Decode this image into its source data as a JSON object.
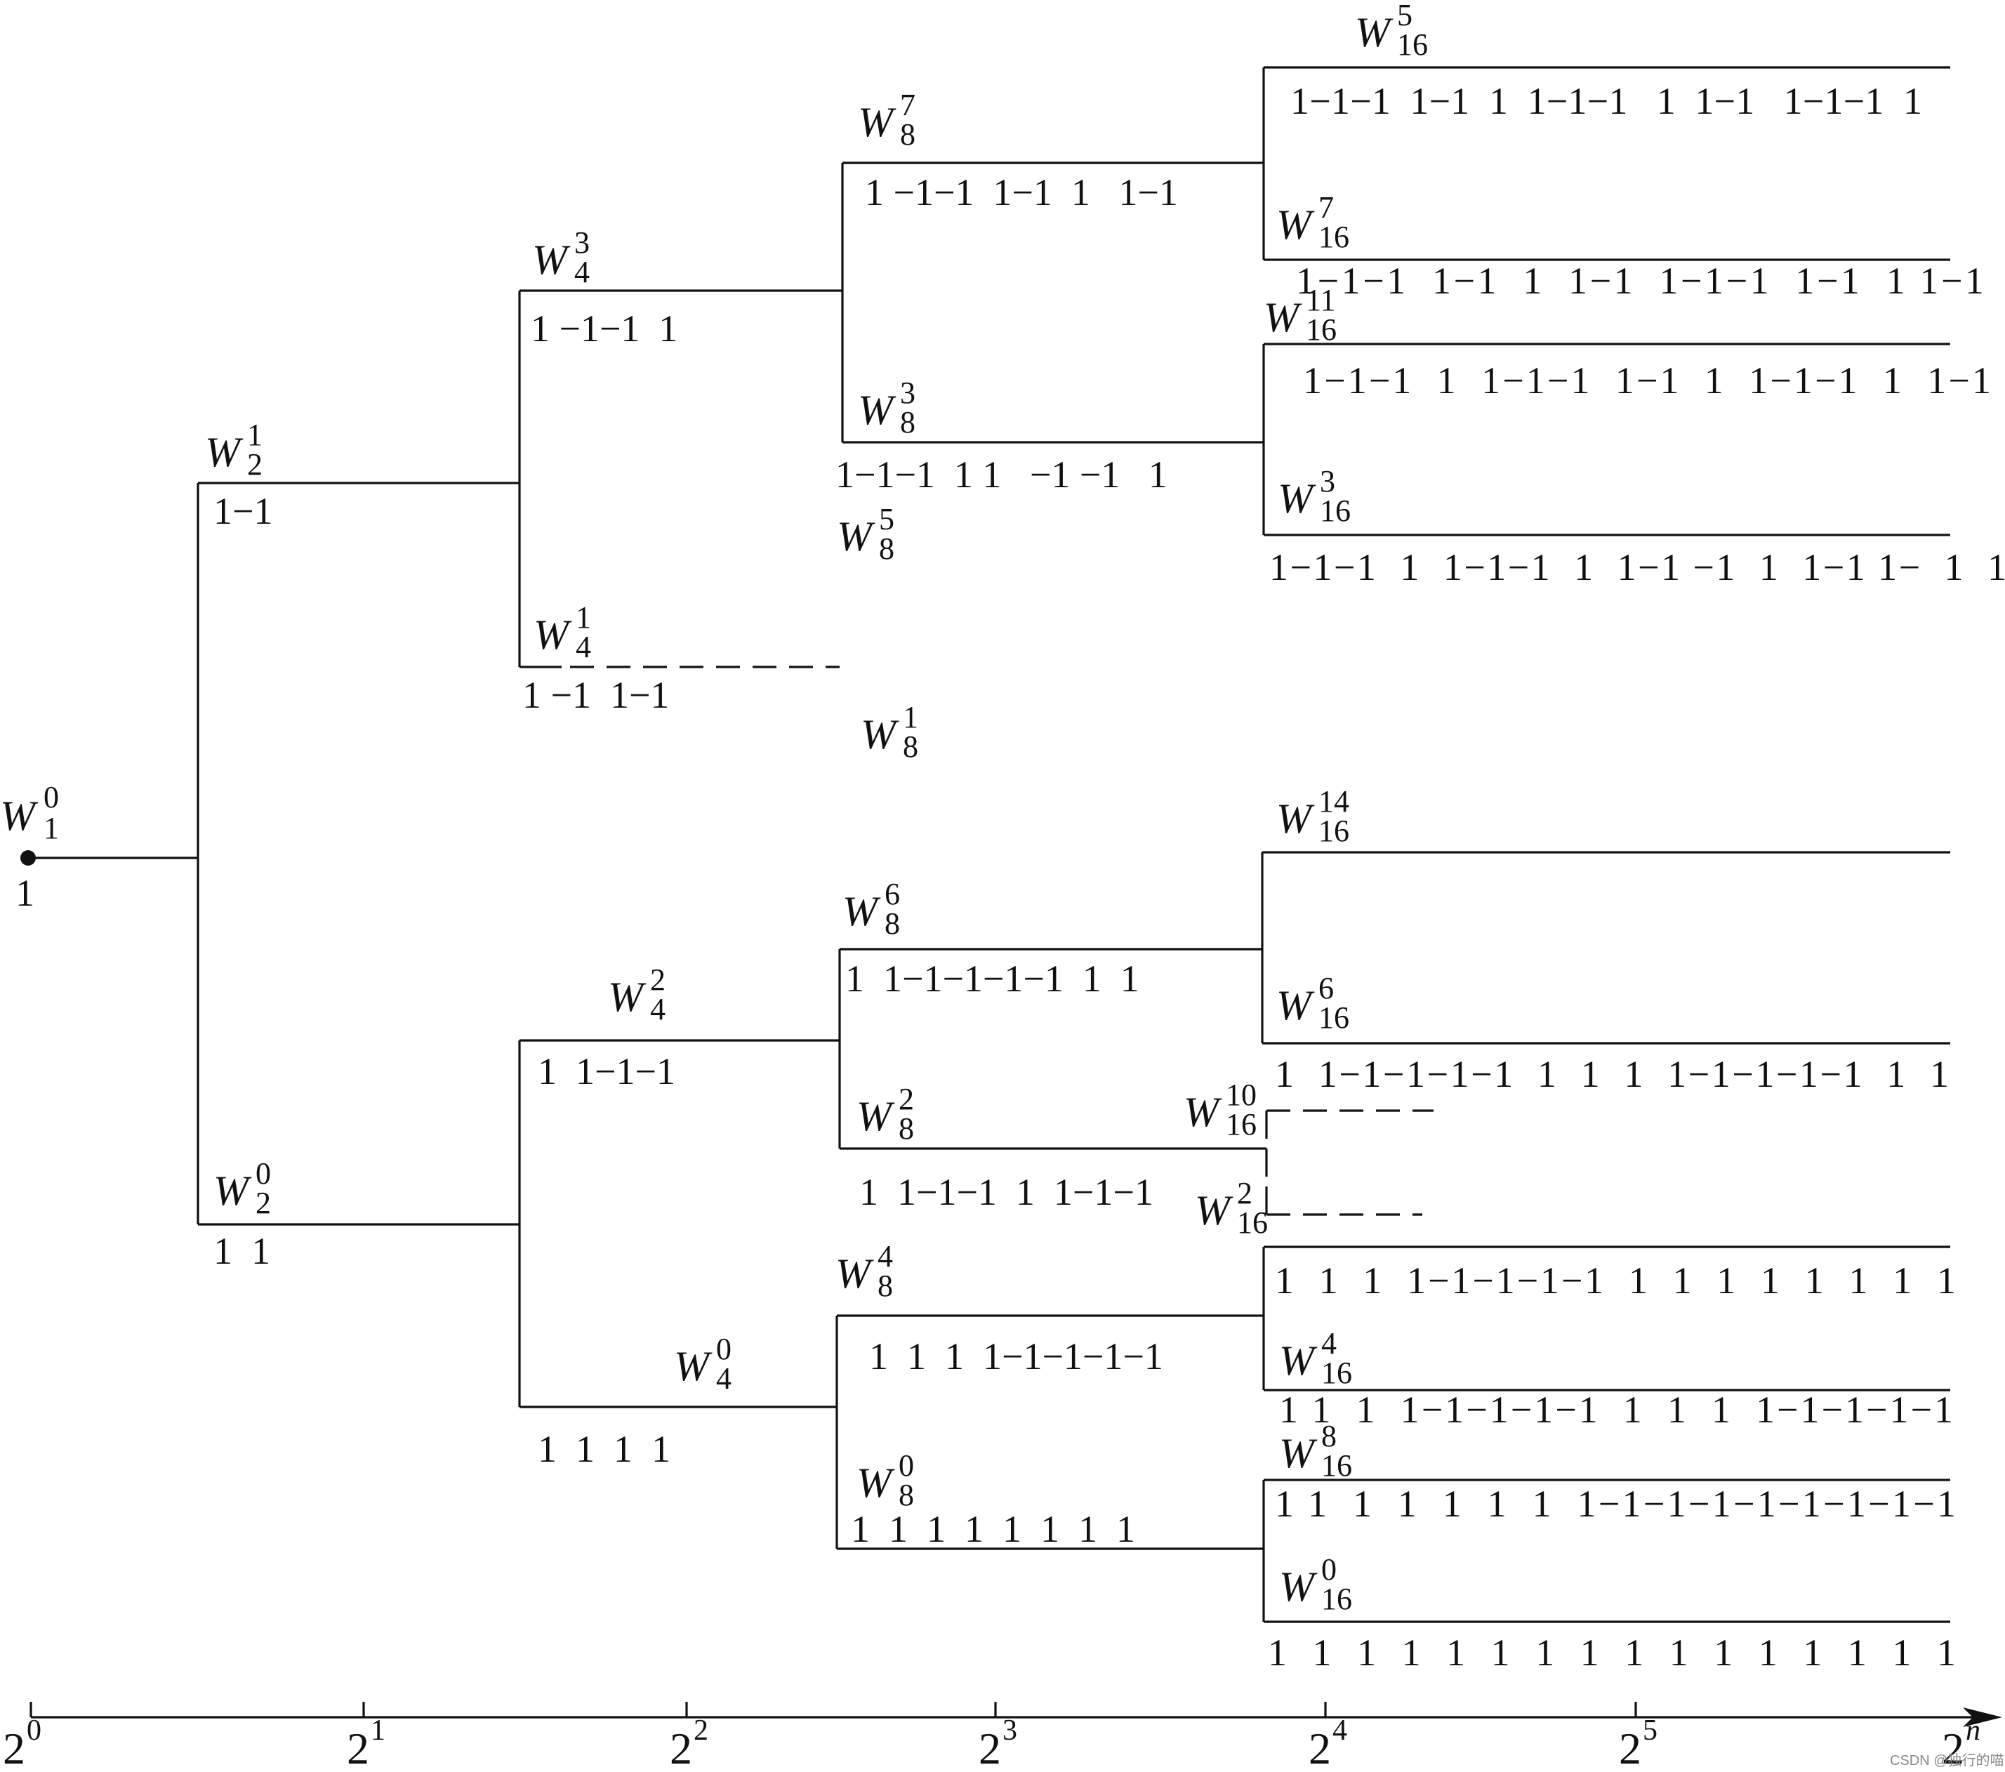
{
  "root": {
    "label": {
      "main": "W",
      "sup": "0",
      "sub": "1"
    },
    "seq": "1"
  },
  "nodes": [
    {
      "id": "w2-1",
      "label": {
        "main": "W",
        "sup": "1",
        "sub": "2"
      },
      "seq": "1−1"
    },
    {
      "id": "w2-0",
      "label": {
        "main": "W",
        "sup": "0",
        "sub": "2"
      },
      "seq": "1  1"
    },
    {
      "id": "w4-3",
      "label": {
        "main": "W",
        "sup": "3",
        "sub": "4"
      },
      "seq": "1 −1−1  1"
    },
    {
      "id": "w4-1",
      "label": {
        "main": "W",
        "sup": "1",
        "sub": "4"
      },
      "seq": "1 −1  1−1"
    },
    {
      "id": "w4-2",
      "label": {
        "main": "W",
        "sup": "2",
        "sub": "4"
      },
      "seq": "1  1−1−1"
    },
    {
      "id": "w4-0",
      "label": {
        "main": "W",
        "sup": "0",
        "sub": "4"
      },
      "seq": "1  1  1  1"
    },
    {
      "id": "w8-7",
      "label": {
        "main": "W",
        "sup": "7",
        "sub": "8"
      },
      "seq": "1 −1−1  1−1  1   1−1"
    },
    {
      "id": "w8-3",
      "label": {
        "main": "W",
        "sup": "3",
        "sub": "8"
      },
      "seq": "1−1−1  1 1   −1 −1   1"
    },
    {
      "id": "w8-5",
      "label": {
        "main": "W",
        "sup": "5",
        "sub": "8"
      },
      "seq": ""
    },
    {
      "id": "w8-1",
      "label": {
        "main": "W",
        "sup": "1",
        "sub": "8"
      },
      "seq": ""
    },
    {
      "id": "w8-6",
      "label": {
        "main": "W",
        "sup": "6",
        "sub": "8"
      },
      "seq": "1  1−1−1−1−1  1  1"
    },
    {
      "id": "w8-2",
      "label": {
        "main": "W",
        "sup": "2",
        "sub": "8"
      },
      "seq": "1  1−1−1  1  1−1−1"
    },
    {
      "id": "w8-4",
      "label": {
        "main": "W",
        "sup": "4",
        "sub": "8"
      },
      "seq": "1  1  1  1−1−1−1−1"
    },
    {
      "id": "w8-0",
      "label": {
        "main": "W",
        "sup": "0",
        "sub": "8"
      },
      "seq": "1  1  1  1  1  1  1  1"
    },
    {
      "id": "w16-5",
      "label": {
        "main": "W",
        "sup": "5",
        "sub": "16"
      },
      "seq": "1−1−1  1−1  1  1−1−1   1  1−1   1−1−1  1"
    },
    {
      "id": "w16-7",
      "label": {
        "main": "W",
        "sup": "7",
        "sub": "16"
      },
      "seq": "1−1−1  1−1  1  1−1  1−1−1  1−1  1 1−1"
    },
    {
      "id": "w16-11",
      "label": {
        "main": "W",
        "sup": "11",
        "sub": "16"
      },
      "seq": "1−1−1  1  1−1−1  1−1  1  1−1−1  1  1−1"
    },
    {
      "id": "w16-3",
      "label": {
        "main": "W",
        "sup": "3",
        "sub": "16"
      },
      "seq": "1−1−1  1  1−1−1  1  1−1 −1  1  1−1 1−  1  1"
    },
    {
      "id": "w16-14",
      "label": {
        "main": "W",
        "sup": "14",
        "sub": "16"
      },
      "seq": ""
    },
    {
      "id": "w16-6",
      "label": {
        "main": "W",
        "sup": "6",
        "sub": "16"
      },
      "seq": "1  1−1−1−1−1  1  1  1  1−1−1−1−1  1  1"
    },
    {
      "id": "w16-10",
      "label": {
        "main": "W",
        "sup": "10",
        "sub": "16"
      },
      "seq": ""
    },
    {
      "id": "w16-2",
      "label": {
        "main": "W",
        "sup": "2",
        "sub": "16"
      },
      "seq": ""
    },
    {
      "id": "w16-12",
      "label": {
        "main": "",
        "sup": "",
        "sub": ""
      },
      "seq": "1  1  1  1−1−1−1−1  1  1  1  1  1  1  1  1"
    },
    {
      "id": "w16-4",
      "label": {
        "main": "W",
        "sup": "4",
        "sub": "16"
      },
      "seq": "1 1  1  1−1−1−1−1  1  1  1  1−1−1−1−1"
    },
    {
      "id": "w16-8",
      "label": {
        "main": "W",
        "sup": "8",
        "sub": "16"
      },
      "seq": "1 1  1  1  1  1  1  1−1−1−1−1−1−1−1−1"
    },
    {
      "id": "w16-0",
      "label": {
        "main": "W",
        "sup": "0",
        "sub": "16"
      },
      "seq": "1  1  1  1  1  1  1  1  1  1  1  1  1  1  1  1"
    }
  ],
  "axis": {
    "ticks": [
      {
        "base": "2",
        "exp": "0"
      },
      {
        "base": "2",
        "exp": "1"
      },
      {
        "base": "2",
        "exp": "2"
      },
      {
        "base": "2",
        "exp": "3"
      },
      {
        "base": "2",
        "exp": "4"
      },
      {
        "base": "2",
        "exp": "5"
      },
      {
        "base": "2",
        "exp": "n"
      }
    ]
  },
  "watermark": "CSDN @独行的喵"
}
